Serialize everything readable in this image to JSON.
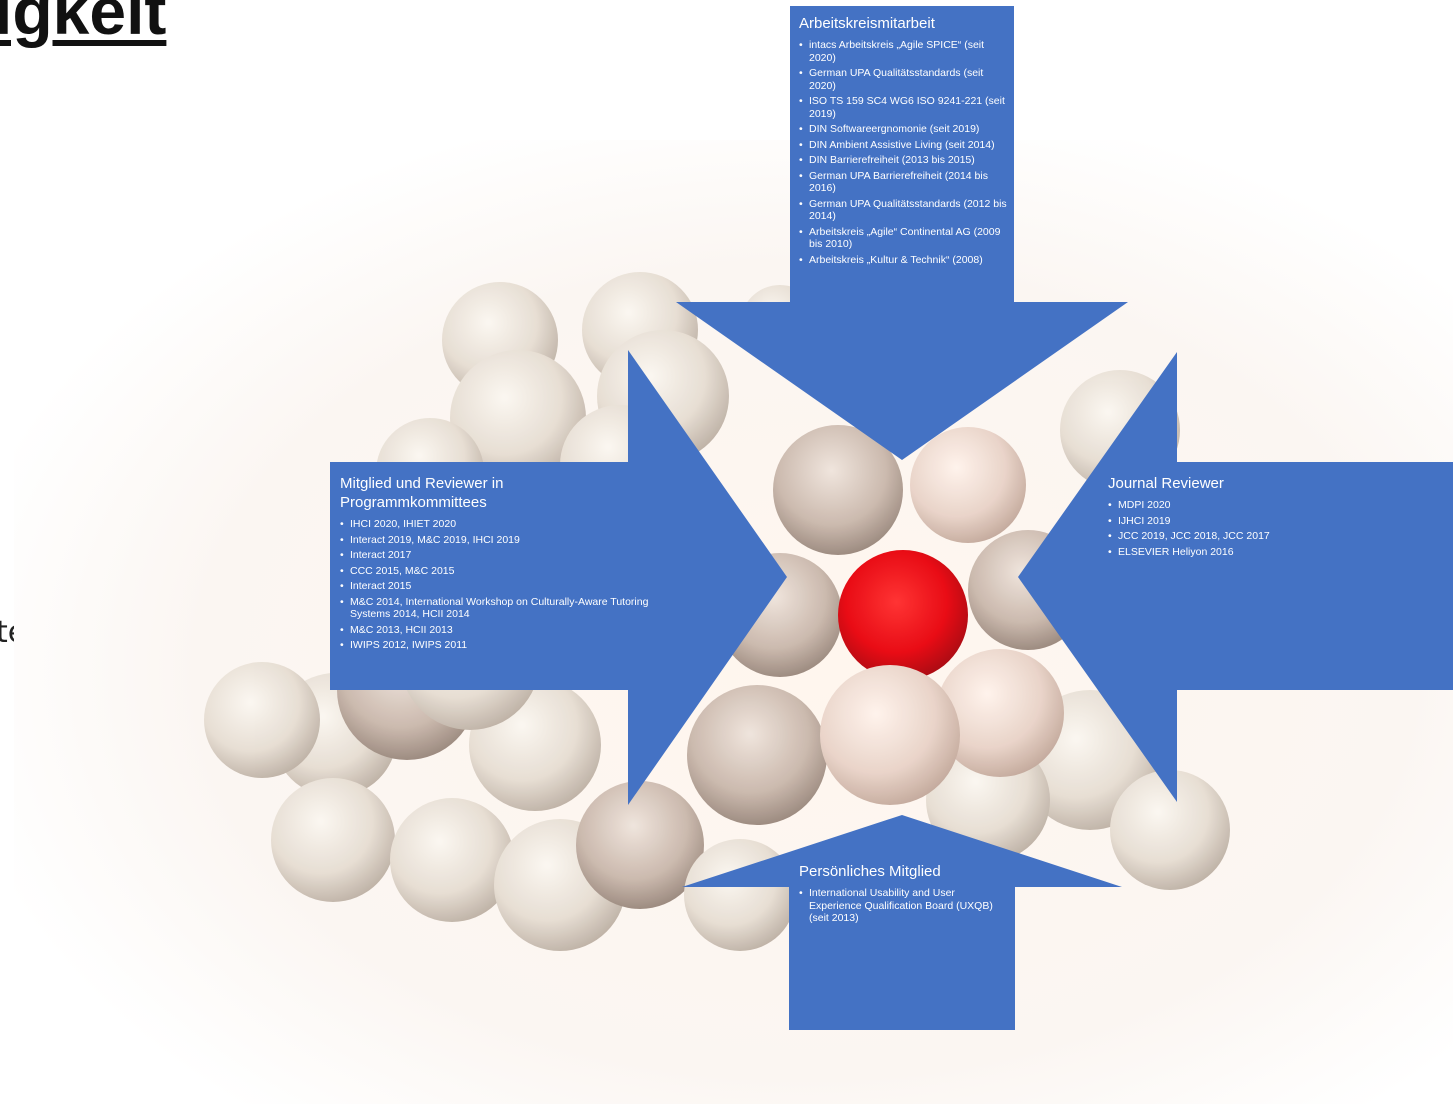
{
  "slide": {
    "title_fragment": "igkeit",
    "side_fragment": "tees"
  },
  "colors": {
    "arrow_fill": "#4472C4",
    "center_ball": "#E8000A",
    "text": "#FFFFFF"
  },
  "boxes": {
    "top": {
      "title": "Arbeitskreismitarbeit",
      "items": [
        "intacs Arbeitskreis „Agile SPICE“ (seit 2020)",
        "German UPA Qualitätsstandards (seit 2020)",
        "ISO TS 159 SC4 WG6 ISO 9241-221 (seit 2019)",
        "DIN Softwareergnomonie (seit 2019)",
        "DIN Ambient Assistive Living (seit 2014)",
        "DIN Barrierefreiheit (2013 bis 2015)",
        "German UPA Barrierefreiheit (2014 bis 2016)",
        "German UPA Qualitätsstandards (2012 bis 2014)",
        "Arbeitskreis „Agile“ Continental AG (2009 bis 2010)",
        "Arbeitskreis „Kultur & Technik“ (2008)"
      ]
    },
    "left": {
      "title": "Mitglied und Reviewer in Programmkommittees",
      "items": [
        "IHCI 2020, IHIET 2020",
        "Interact 2019, M&C 2019, IHCI 2019",
        "Interact 2017",
        "CCC 2015, M&C 2015",
        "Interact 2015",
        "M&C 2014, International Workshop on Culturally-Aware Tutoring Systems 2014, HCII 2014",
        "M&C 2013, HCII 2013",
        "IWIPS 2012, IWIPS 2011"
      ]
    },
    "right": {
      "title": "Journal Reviewer",
      "items": [
        "MDPI 2020",
        "IJHCI 2019",
        "JCC 2019, JCC 2018, JCC 2017",
        "ELSEVIER Heliyon 2016"
      ]
    },
    "bottom": {
      "title": "Persönliches Mitglied",
      "items": [
        "International Usability and User Experience Qualification Board (UXQB) (seit 2013)"
      ]
    }
  }
}
